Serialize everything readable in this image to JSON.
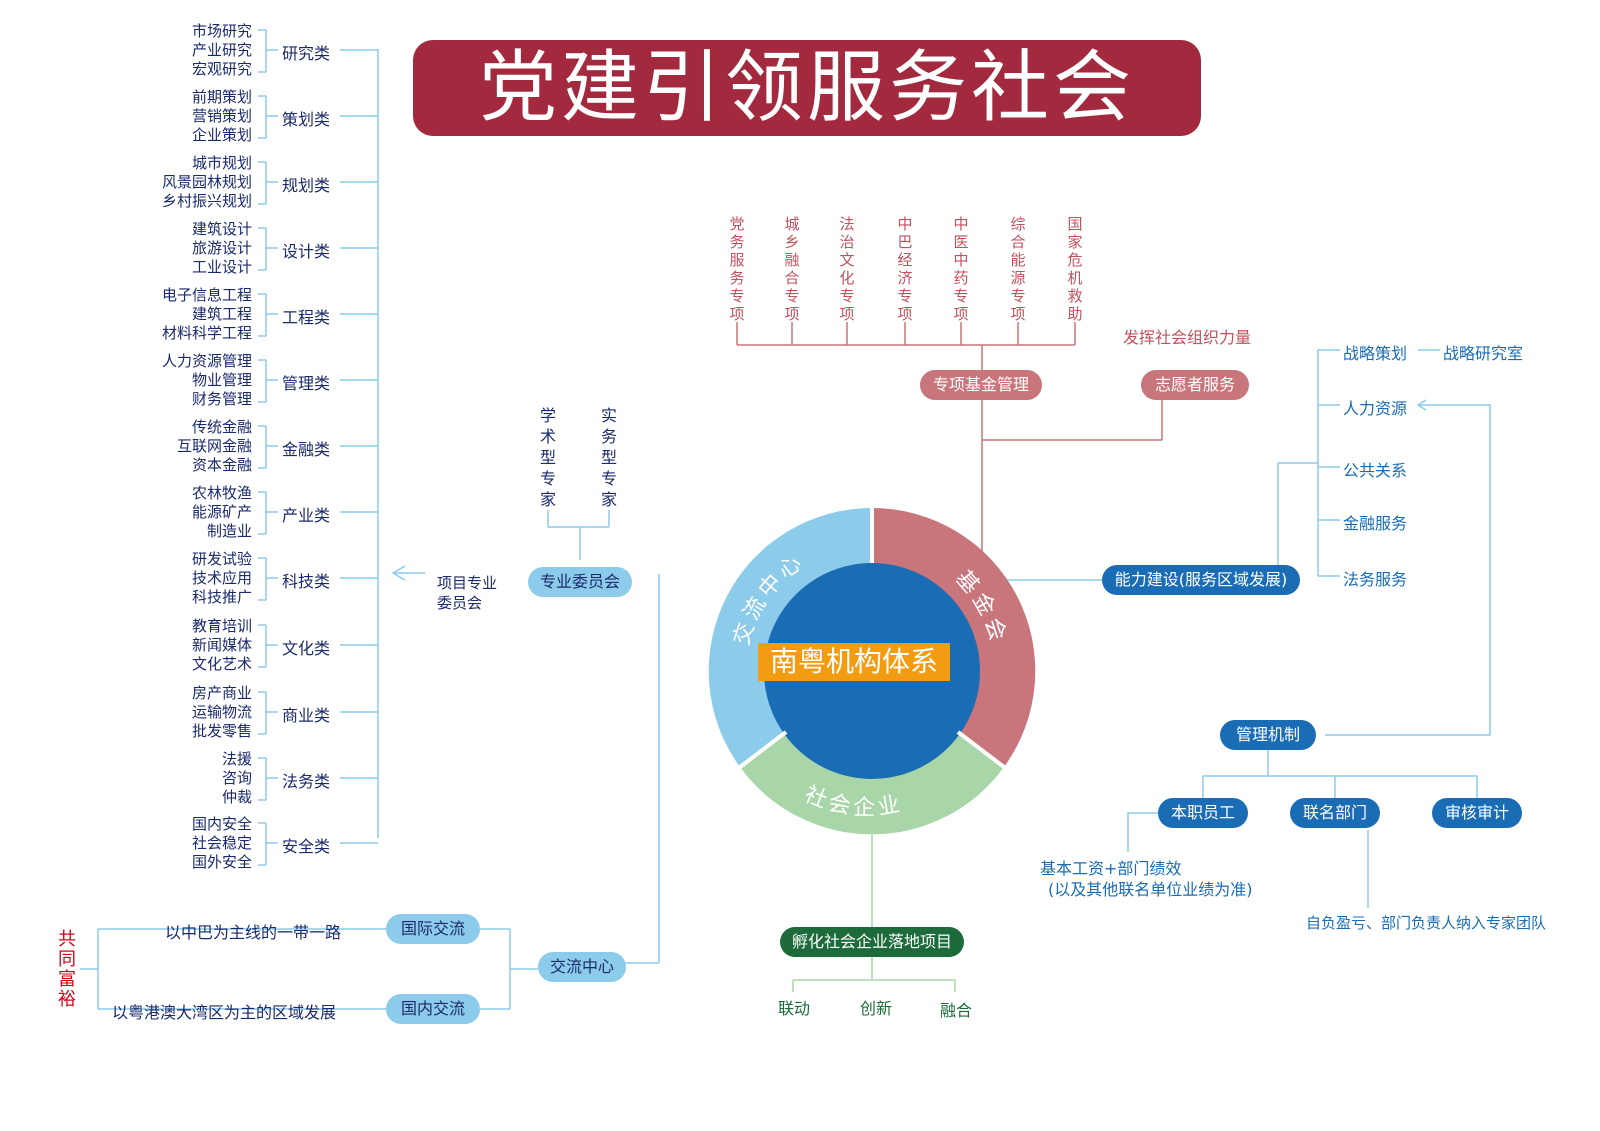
{
  "title": "党建引领服务社会",
  "left_categories": [
    {
      "label": "研究类",
      "items": [
        "市场研究",
        "产业研究",
        "宏观研究"
      ]
    },
    {
      "label": "策划类",
      "items": [
        "前期策划",
        "营销策划",
        "企业策划"
      ]
    },
    {
      "label": "规划类",
      "items": [
        "城市规划",
        "风景园林规划",
        "乡村振兴规划"
      ]
    },
    {
      "label": "设计类",
      "items": [
        "建筑设计",
        "旅游设计",
        "工业设计"
      ]
    },
    {
      "label": "工程类",
      "items": [
        "电子信息工程",
        "建筑工程",
        "材料科学工程"
      ]
    },
    {
      "label": "管理类",
      "items": [
        "人力资源管理",
        "物业管理",
        "财务管理"
      ]
    },
    {
      "label": "金融类",
      "items": [
        "传统金融",
        "互联网金融",
        "资本金融"
      ]
    },
    {
      "label": "产业类",
      "items": [
        "农林牧渔",
        "能源矿产",
        "制造业"
      ]
    },
    {
      "label": "科技类",
      "items": [
        "研发试验",
        "技术应用",
        "科技推广"
      ]
    },
    {
      "label": "文化类",
      "items": [
        "教育培训",
        "新闻媒体",
        "文化艺术"
      ]
    },
    {
      "label": "商业类",
      "items": [
        "房产商业",
        "运输物流",
        "批发零售"
      ]
    },
    {
      "label": "法务类",
      "items": [
        "法援",
        "咨询",
        "仲裁"
      ]
    },
    {
      "label": "安全类",
      "items": [
        "国内安全",
        "社会稳定",
        "国外安全"
      ]
    }
  ],
  "committee": {
    "label": "专业委员会",
    "project_label": "项目专业\n委员会",
    "experts": [
      "学术型专家",
      "实务型专家"
    ]
  },
  "exchange": {
    "center": "交流中心",
    "international": "国际交流",
    "domestic": "国内交流",
    "international_desc": "以中巴为主线的一带一路",
    "domestic_desc": "以粤港澳大湾区为主的区域发展",
    "goal": "共同富裕"
  },
  "foundation": {
    "fund_mgmt": "专项基金管理",
    "volunteer": "志愿者服务",
    "social_force": "发挥社会组织力量",
    "projects": [
      "党务服务专项",
      "城乡融合专项",
      "法治文化专项",
      "中巴经济专项",
      "中医中药专项",
      "综合能源专项",
      "国家危机救助"
    ]
  },
  "capacity": {
    "label": "能力建设(服务区域发展)",
    "items": [
      "战略策划",
      "人力资源",
      "公共关系",
      "金融服务",
      "法务服务"
    ],
    "strategy_office": "战略研究室"
  },
  "management": {
    "label": "管理机制",
    "staff": "本职员工",
    "joint": "联名部门",
    "audit": "审核审计",
    "staff_pay": "基本工资+部门绩效",
    "staff_pay_note": "(以及其他联名单位业绩为准)",
    "joint_note": "自负盈亏、部门负责人纳入专家团队"
  },
  "enterprise": {
    "label": "孵化社会企业落地项目",
    "items": [
      "联动",
      "创新",
      "融合"
    ]
  },
  "center": {
    "label": "南粤机构体系",
    "ring_exchange": "交流中心",
    "ring_foundation": "基金会",
    "ring_enterprise": "社会企业"
  },
  "colors": {
    "title_bg": "#a32a3e",
    "exchange_ring": "#8ccbea",
    "foundation_ring": "#c8757c",
    "enterprise_ring": "#a9d6a9",
    "core": "#1a6cb5",
    "center_label": "#f39c12"
  }
}
